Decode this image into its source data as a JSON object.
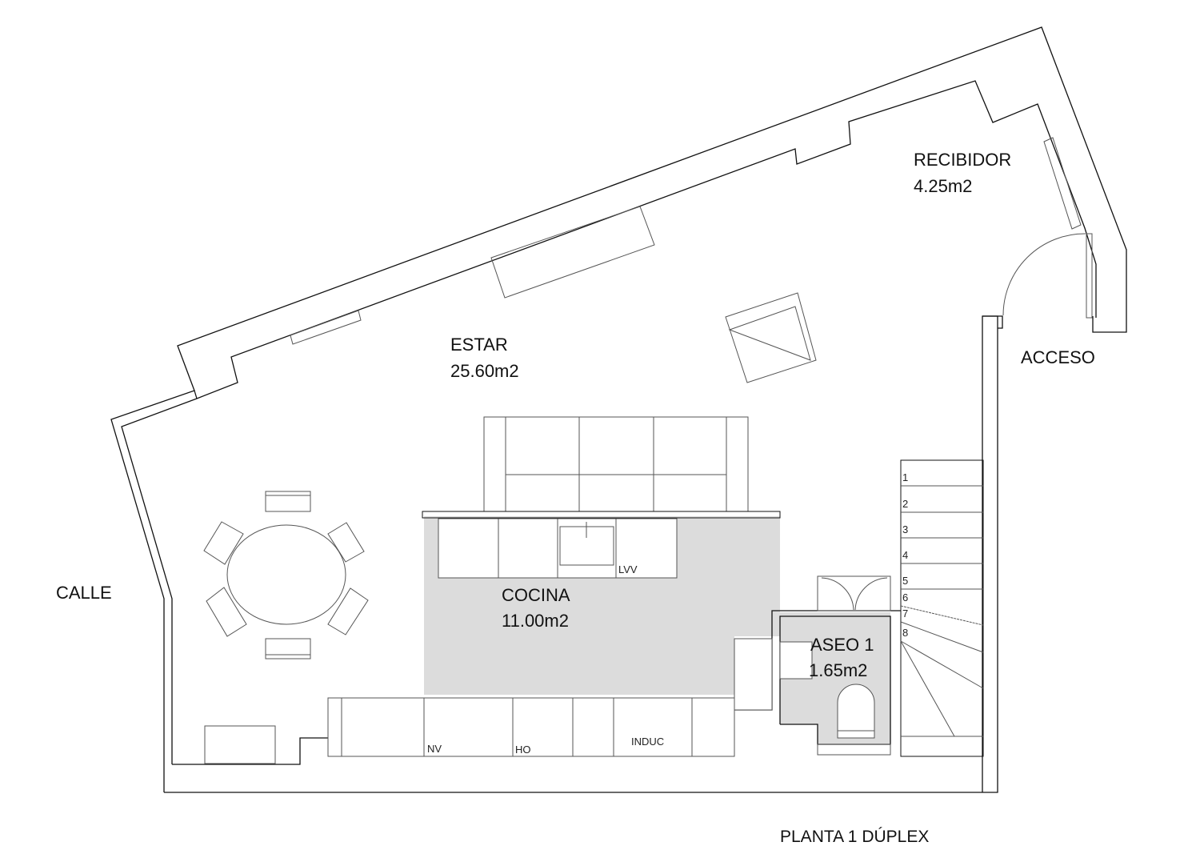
{
  "title": "PLANTA 1 DÚPLEX",
  "colors": {
    "wall": "#111111",
    "furniture": "#555555",
    "shaded_floor": "#dcdcdc",
    "background": "#ffffff"
  },
  "rooms": {
    "estar": {
      "name": "ESTAR",
      "area": "25.60m2"
    },
    "recibidor": {
      "name": "RECIBIDOR",
      "area": "4.25m2"
    },
    "cocina": {
      "name": "COCINA",
      "area": "11.00m2"
    },
    "aseo": {
      "name": "ASEO 1",
      "area": "1.65m2"
    }
  },
  "labels": {
    "calle": "CALLE",
    "acceso": "ACCESO"
  },
  "appliances": {
    "lvv": "LVV",
    "nv": "NV",
    "ho": "HO",
    "induc": "INDUC"
  },
  "stairs": {
    "steps": [
      "1",
      "2",
      "3",
      "4",
      "5",
      "6",
      "7",
      "8"
    ]
  }
}
